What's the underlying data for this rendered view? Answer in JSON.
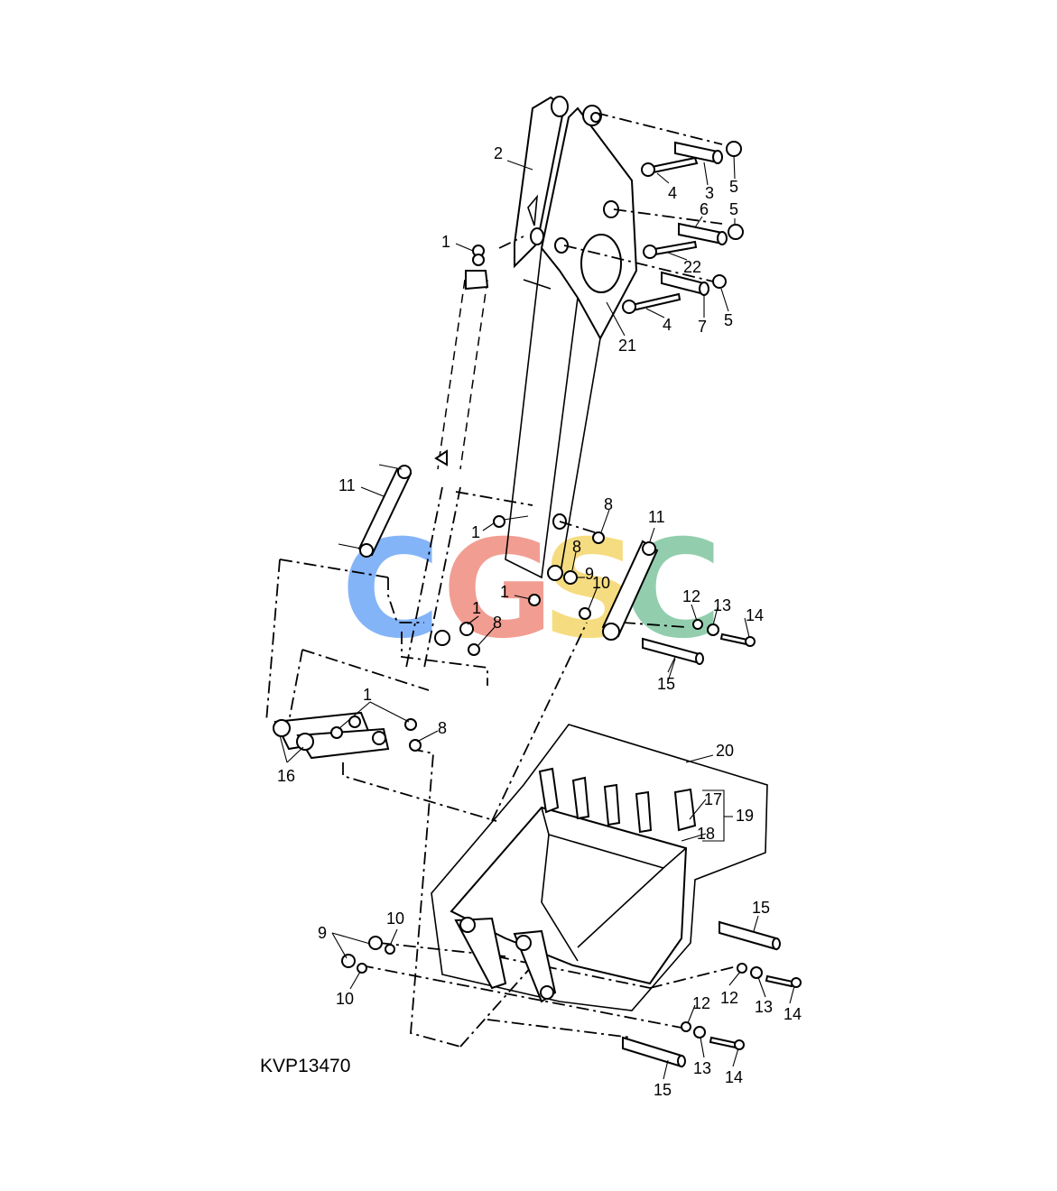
{
  "figure_id": "KVP13470",
  "watermark": {
    "letters": [
      "C",
      "G",
      "S",
      "C"
    ],
    "colors": [
      "#6fa8f7",
      "#f08c80",
      "#f5d66b",
      "#7fc6a0"
    ]
  },
  "callouts": {
    "c1": "1",
    "c2": "2",
    "c3": "3",
    "c4": "4",
    "c5": "5",
    "c6": "6",
    "c7": "7",
    "c8": "8",
    "c9": "9",
    "c10": "10",
    "c11": "11",
    "c12": "12",
    "c13": "13",
    "c14": "14",
    "c15": "15",
    "c16": "16",
    "c17": "17",
    "c18": "18",
    "c19": "19",
    "c20": "20",
    "c21": "21",
    "c22": "22"
  }
}
